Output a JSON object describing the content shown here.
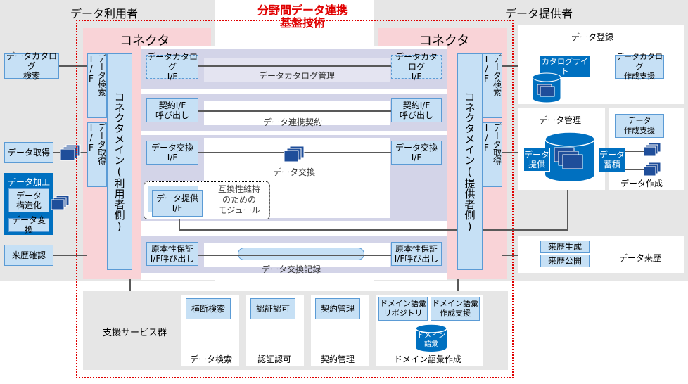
{
  "regions": {
    "user": "データ利用者",
    "provider": "データ提供者",
    "tech_title": "分野間データ連携\n基盤技術"
  },
  "connector": {
    "left_title": "コネクタ",
    "right_title": "コネクタ",
    "left_main": "コネクタメイン(利用者側)",
    "right_main": "コネクタメイン(提供者側)",
    "search_if": "データ検索I/F",
    "get_if": "データ取得I/F"
  },
  "left_side": {
    "catalog_search": "データカタログ\n検索",
    "data_get": "データ取得",
    "processing": "データ加工",
    "structuring": "データ\n構造化",
    "conversion": "データ変換",
    "history_check": "来歴確認"
  },
  "interfaces": {
    "catalog_if": "データカタログ\nI/F",
    "contract_if": "契約I/F\n呼び出し",
    "exchange_if": "データ交換\nI/F",
    "provide_if": "データ提供\nI/F",
    "originality_if": "原本性保証\nI/F呼び出し"
  },
  "bands": {
    "catalog": "データカタログ管理",
    "contract": "データ連携契約",
    "exchange": "データ交換",
    "compat": "互換性維持\nのための\nモジュール",
    "record": "データ交換記録"
  },
  "right_side": {
    "registration": "データ登録",
    "catalog_site": "カタログサイト",
    "catalog_support": "データカタログ\n作成支援",
    "management": "データ管理",
    "provide": "データ\n提供",
    "accumulate": "データ\n蓄積",
    "creation_support": "データ\n作成支援",
    "creation": "データ作成",
    "history_gen": "来歴生成",
    "history_pub": "来歴公開",
    "history": "データ来歴"
  },
  "support": {
    "title": "支援サービス群",
    "cross_search": "横断検索",
    "auth_box": "認証認可",
    "contract_box": "契約管理",
    "domain_repo": "ドメイン語彙\nリポジトリ",
    "domain_support": "ドメイン語彙\n作成支援",
    "domain_db": "ドメイン\n語彙",
    "data_search": "データ検索",
    "auth": "認証認可",
    "contract": "契約管理",
    "domain_create": "ドメイン語彙作成"
  },
  "colors": {
    "red": "#e00000",
    "blue": "#0070c0",
    "light_blue": "#c6e0f5",
    "pink": "#f9d3d7",
    "gray": "#e6e6e6",
    "purple_band": "#afb0d5"
  }
}
